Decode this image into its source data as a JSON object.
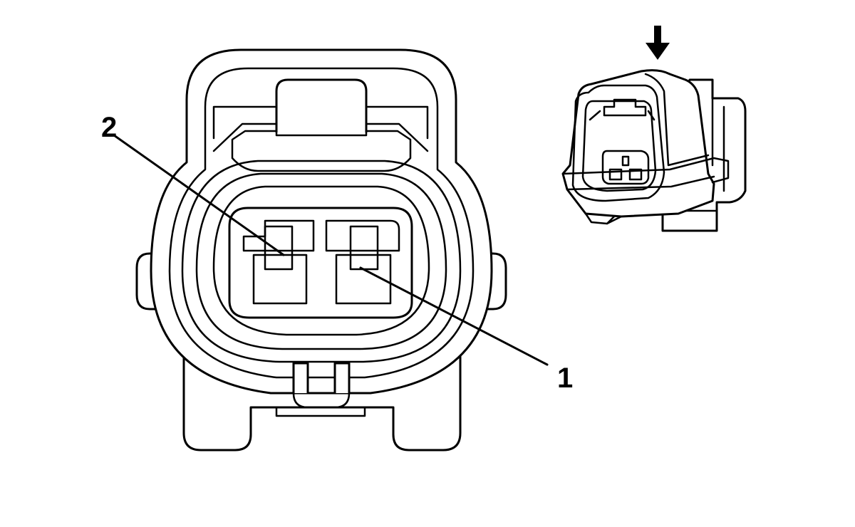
{
  "diagram": {
    "callouts": [
      {
        "id": "callout-1",
        "label": "1"
      },
      {
        "id": "callout-2",
        "label": "2"
      }
    ],
    "colors": {
      "line": "#000000",
      "background": "#ffffff"
    },
    "icons": {
      "view_direction": "arrow-down-icon"
    }
  }
}
